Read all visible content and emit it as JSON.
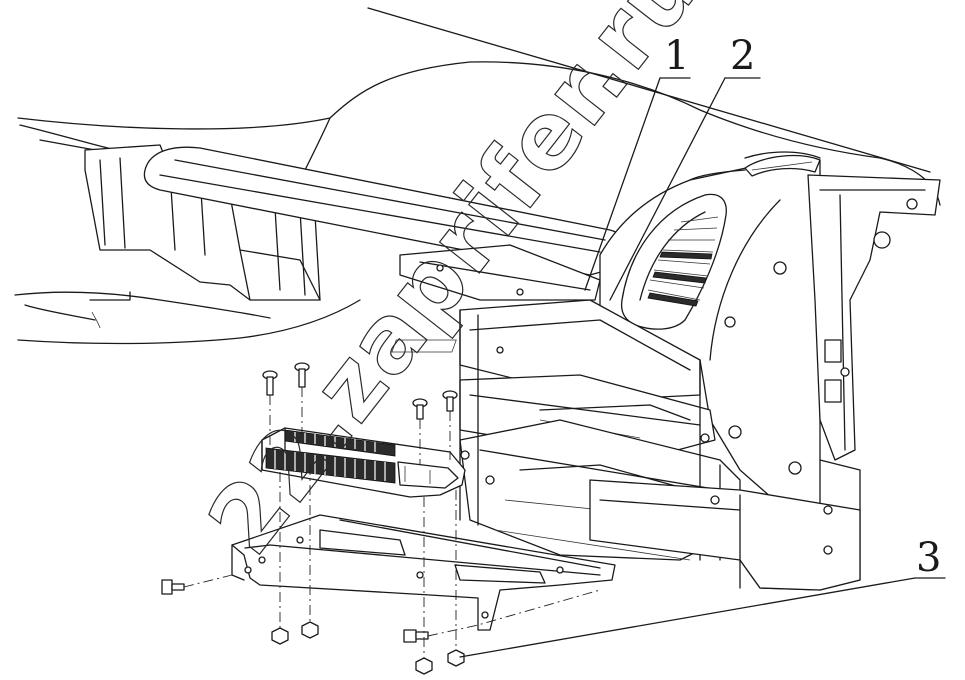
{
  "callouts": [
    {
      "id": "1",
      "text": "1"
    },
    {
      "id": "2",
      "text": "2"
    },
    {
      "id": "3",
      "text": "3"
    }
  ],
  "watermark": "22.zaprifer.ru",
  "colors": {
    "line": "#1a1a1a",
    "background": "#ffffff"
  }
}
